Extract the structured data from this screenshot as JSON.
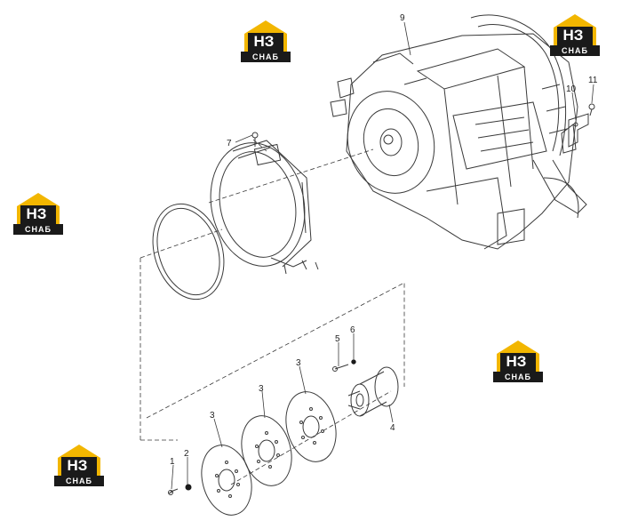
{
  "watermark": {
    "mark": "НЗ",
    "caption": "СНАБ",
    "accent": "#f2b600",
    "dark": "#1a1a1a"
  },
  "callouts": {
    "c1": "1",
    "c2": "2",
    "c3a": "3",
    "c3b": "3",
    "c3c": "3",
    "c4": "4",
    "c5": "5",
    "c6": "6",
    "c7": "7",
    "c9": "9",
    "c10": "10",
    "c11": "11"
  },
  "line_color": "#3a3a3a"
}
